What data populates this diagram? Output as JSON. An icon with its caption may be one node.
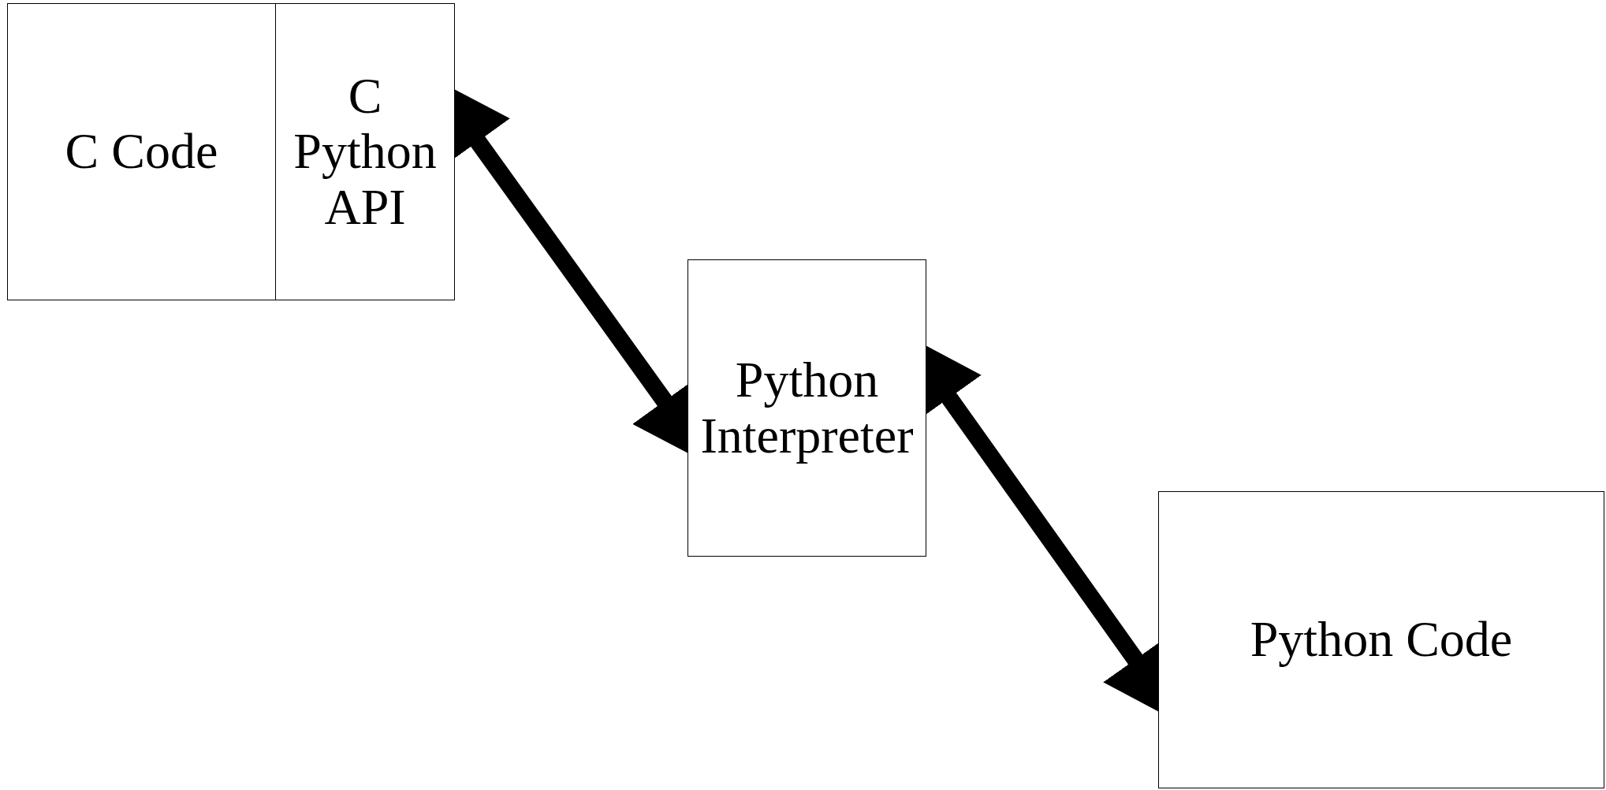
{
  "diagram": {
    "nodes": [
      {
        "text": [
          "C Code"
        ]
      },
      {
        "text": [
          "C Python API"
        ]
      },
      {
        "text": [
          "Python Interpreter"
        ]
      },
      {
        "text": [
          "Python Code"
        ]
      }
    ],
    "edges": [
      {
        "from": 1,
        "to": 2,
        "arrow": "both"
      },
      {
        "from": 2,
        "to": 3,
        "arrow": "both"
      }
    ]
  }
}
